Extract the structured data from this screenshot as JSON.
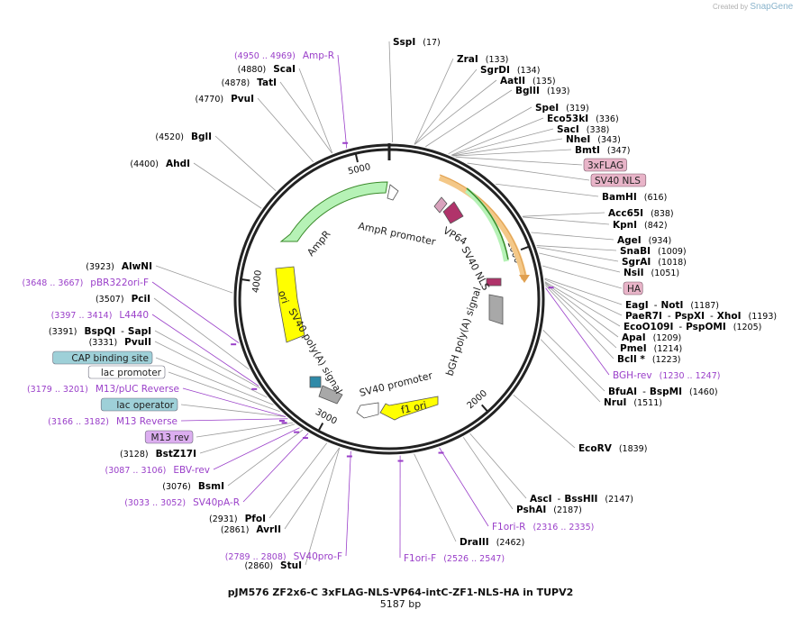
{
  "credit": {
    "prefix": "Created by",
    "brand": "SnapGene"
  },
  "plasmid": {
    "name": "pJM576 ZF2x6-C 3xFLAG-NLS-VP64-intC-ZF1-NLS-HA in TUPV2",
    "size_label": "5187 bp",
    "length": 5187,
    "tick_labels": [
      "1000",
      "2000",
      "3000",
      "4000",
      "5000"
    ]
  },
  "colors": {
    "backbone": "#222222",
    "primer": "#9a3fc9",
    "leader": "#9a9a9a"
  },
  "right_labels": [
    {
      "name": "SspI",
      "pos": "(17)",
      "bp": 17
    },
    {
      "name": "ZraI",
      "pos": "(133)",
      "bp": 133
    },
    {
      "name": "SgrDI",
      "pos": "(134)",
      "bp": 134
    },
    {
      "name": "AatII",
      "pos": "(135)",
      "bp": 135
    },
    {
      "name": "BglII",
      "pos": "(193)",
      "bp": 193
    },
    {
      "name": "SpeI",
      "pos": "(319)",
      "bp": 319
    },
    {
      "name": "Eco53kI",
      "pos": "(336)",
      "bp": 336
    },
    {
      "name": "SacI",
      "pos": "(338)",
      "bp": 338
    },
    {
      "name": "NheI",
      "pos": "(343)",
      "bp": 343
    },
    {
      "name": "BmtI",
      "pos": "(347)",
      "bp": 347
    },
    {
      "feature": "3xFLAG",
      "bp": 360
    },
    {
      "feature": "SV40 NLS",
      "bp": 430
    },
    {
      "name": "BamHI",
      "pos": "(616)",
      "bp": 616
    },
    {
      "name": "Acc65I",
      "pos": "(838)",
      "bp": 838
    },
    {
      "name": "KpnI",
      "pos": "(842)",
      "bp": 842
    },
    {
      "name": "AgeI",
      "pos": "(934)",
      "bp": 934
    },
    {
      "name": "SnaBI",
      "pos": "(1009)",
      "bp": 1009
    },
    {
      "name": "SgrAI",
      "pos": "(1018)",
      "bp": 1018
    },
    {
      "name": "NsiI",
      "pos": "(1051)",
      "bp": 1051
    },
    {
      "feature": "HA",
      "bp": 1120
    },
    {
      "name": "EagI",
      "name2": "NotI",
      "pos": "(1187)",
      "bp": 1187
    },
    {
      "name": "PaeR7I",
      "name2": "PspXI",
      "name3": "XhoI",
      "pos": "(1193)",
      "bp": 1193
    },
    {
      "name": "EcoO109I",
      "name2": "PspOMI",
      "pos": "(1205)",
      "bp": 1205
    },
    {
      "name": "ApaI",
      "pos": "(1209)",
      "bp": 1209
    },
    {
      "name": "PmeI",
      "pos": "(1214)",
      "bp": 1214
    },
    {
      "name": "BclI *",
      "pos": "(1223)",
      "bp": 1223
    },
    {
      "primer": "BGH-rev",
      "pos": "(1230 .. 1247)",
      "bp": 1238
    },
    {
      "name": "BfuAI",
      "name2": "BspMI",
      "pos": "(1460)",
      "bp": 1460
    },
    {
      "name": "NruI",
      "pos": "(1511)",
      "bp": 1511
    },
    {
      "name": "EcoRV",
      "pos": "(1839)",
      "bp": 1839
    },
    {
      "name": "AscI",
      "name2": "BssHII",
      "pos": "(2147)",
      "bp": 2147
    },
    {
      "name": "PshAI",
      "pos": "(2187)",
      "bp": 2187
    },
    {
      "primer": "F1ori-R",
      "pos": "(2316 .. 2335)",
      "bp": 2325
    },
    {
      "name": "DraIII",
      "pos": "(2462)",
      "bp": 2462
    },
    {
      "primer": "F1ori-F",
      "pos": "(2526 .. 2547)",
      "bp": 2536
    }
  ],
  "left_labels": [
    {
      "name": "StuI",
      "pos": "(2860)",
      "bp": 2860
    },
    {
      "name": "AvrII",
      "pos": "(2861)",
      "bp": 2861
    },
    {
      "name": "PfoI",
      "pos": "(2931)",
      "bp": 2931
    },
    {
      "primer": "SV40pro-F",
      "pos": "(2789 .. 2808)",
      "bp": 2798
    },
    {
      "primer": "SV40pA-R",
      "pos": "(3033 .. 3052)",
      "bp": 3042
    },
    {
      "name": "BsmI",
      "pos": "(3076)",
      "bp": 3076
    },
    {
      "primer": "EBV-rev",
      "pos": "(3087 .. 3106)",
      "bp": 3096
    },
    {
      "name": "BstZ17I",
      "pos": "(3128)",
      "bp": 3128
    },
    {
      "feature": "M13 rev",
      "bp": 3140
    },
    {
      "primer": "M13 Reverse",
      "pos": "(3166 .. 3182)",
      "bp": 3174
    },
    {
      "feature": "lac operator",
      "bp": 3190
    },
    {
      "primer": "M13/pUC Reverse",
      "pos": "(3179 .. 3201)",
      "bp": 3190
    },
    {
      "feature": "lac promoter",
      "bp": 3230
    },
    {
      "feature": "CAP binding site",
      "bp": 3280
    },
    {
      "name": "PvuII",
      "pos": "(3331)",
      "bp": 3331
    },
    {
      "name": "BspQI",
      "name2": "SapI",
      "pos": "(3391)",
      "bp": 3391
    },
    {
      "primer": "L4440",
      "pos": "(3397 .. 3414)",
      "bp": 3405
    },
    {
      "name": "PciI",
      "pos": "(3507)",
      "bp": 3507
    },
    {
      "primer": "pBR322ori-F",
      "pos": "(3648 .. 3667)",
      "bp": 3657
    },
    {
      "name": "AlwNI",
      "pos": "(3923)",
      "bp": 3923
    },
    {
      "name": "AhdI",
      "pos": "(4400)",
      "bp": 4400
    },
    {
      "name": "BglI",
      "pos": "(4520)",
      "bp": 4520
    },
    {
      "name": "PvuI",
      "pos": "(4770)",
      "bp": 4770
    },
    {
      "name": "TatI",
      "pos": "(4878)",
      "bp": 4878
    },
    {
      "name": "ScaI",
      "pos": "(4880)",
      "bp": 4880
    },
    {
      "primer": "Amp-R",
      "pos": "(4950 .. 4969)",
      "bp": 4960
    }
  ],
  "inner_features": [
    {
      "label": "VP64",
      "color": "#d9a2bd"
    },
    {
      "label": "SV40 NLS",
      "color": "#b0336a"
    },
    {
      "label": "bGH poly(A) signal",
      "color": "#a8a8a8"
    },
    {
      "label": "f1 ori",
      "color": "#ffff00"
    },
    {
      "label": "SV40 promoter",
      "color": "#ffffff"
    },
    {
      "label": "SV40 poly(A) signal",
      "color": "#a8a8a8"
    },
    {
      "label": "ori",
      "color": "#ffff00"
    },
    {
      "label": "AmpR",
      "color": "#b6f2b6"
    },
    {
      "label": "AmpR promoter",
      "color": "#ffffff"
    }
  ],
  "feature_box_colors": {
    "pink": "#e8b4c8",
    "blue": "#9ed0d8",
    "purple": "#dcaef0",
    "white": "#ffffff"
  }
}
